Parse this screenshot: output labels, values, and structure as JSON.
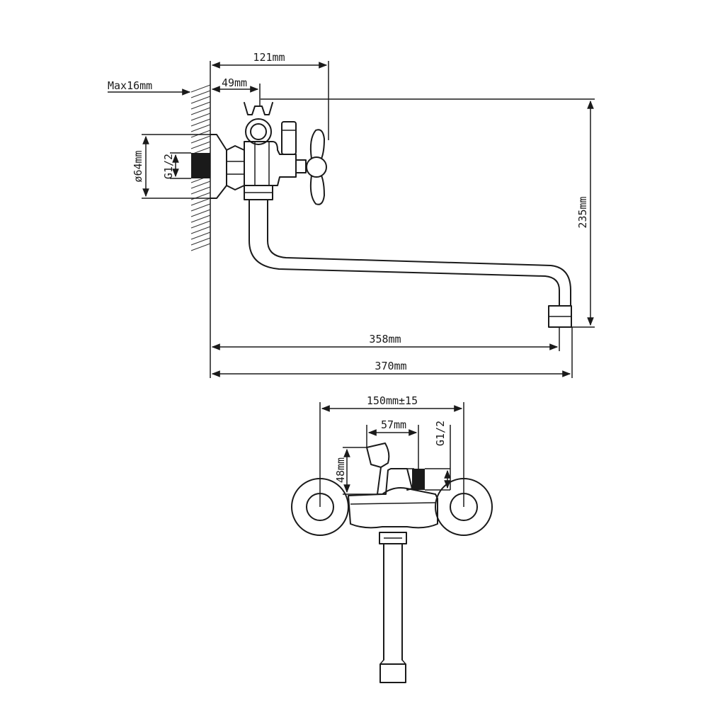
{
  "dimensions": {
    "max_wall": "Max16mm",
    "d121": "121mm",
    "d49": "49mm",
    "d64": "ø64mm",
    "g12_side": "G1/2",
    "d235": "235mm",
    "d358": "358mm",
    "d370": "370mm",
    "d150": "150mm±15",
    "d57": "57mm",
    "d48": "48mm",
    "g12_top": "G1/2"
  },
  "colors": {
    "line": "#1a1a1a",
    "background": "#ffffff"
  }
}
